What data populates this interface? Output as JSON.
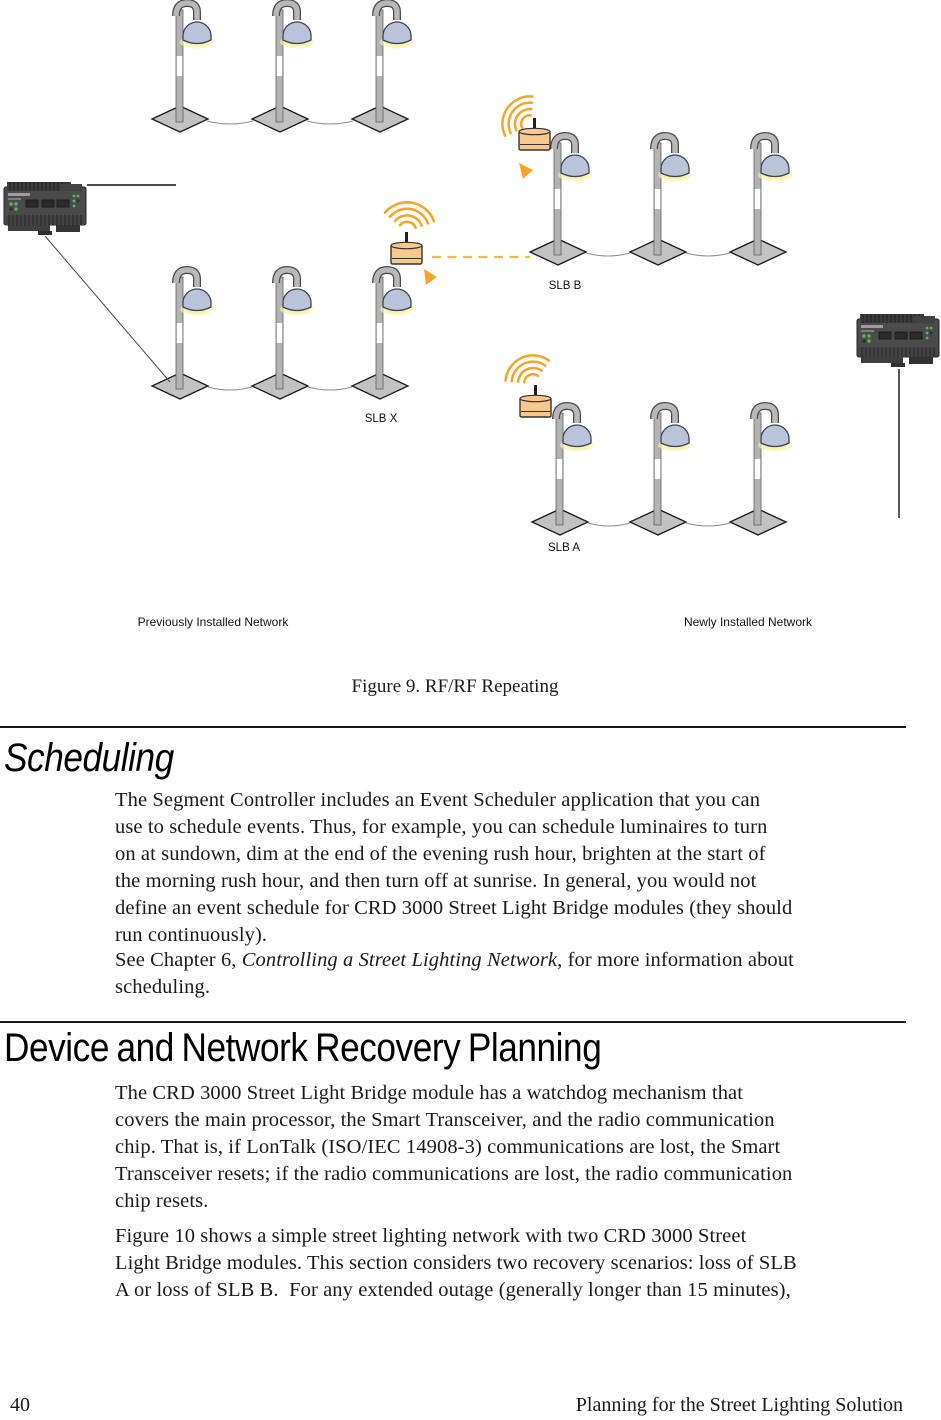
{
  "colors": {
    "text": "#1a1a1a",
    "accent-orange": "#f5a62a",
    "dash-yellow": "#eebf3f",
    "device-orange": "#f9c88d",
    "lamp-head": "#b9c4d8",
    "lamp-glow": "#f7f2aa",
    "pole-gray": "#b3b3b3",
    "base-gray": "#c2c2c2",
    "controller-gray": "#4b4b4b",
    "led-green": "#57b65b"
  },
  "figure": {
    "caption": "Figure 9. RF/RF Repeating",
    "labels": {
      "slb_x": "SLB X",
      "slb_b": "SLB B",
      "slb_a": "SLB A",
      "previously_installed": "Previously Installed Network",
      "newly_installed": "Newly Installed Network"
    }
  },
  "sections": {
    "scheduling": {
      "heading": "Scheduling",
      "p1": [
        "The Segment Controller includes an Event Scheduler application that you can",
        "use to schedule events. Thus, for example, you can schedule luminaires to turn",
        "on at sundown, dim at the end of the evening rush hour, brighten at the start of",
        "the morning rush hour, and then turn off at sunrise. In general, you would not",
        "define an event schedule for CRD 3000 Street Light Bridge modules (they should",
        "run continuously)."
      ],
      "p2_pre": "See Chapter 6, ",
      "p2_italic": "Controlling a Street Lighting Network",
      "p2_post": ", for more information about",
      "p2_line2": "scheduling."
    },
    "recovery": {
      "heading": "Device and Network Recovery Planning",
      "p1": [
        "The CRD 3000 Street Light Bridge module has a watchdog mechanism that",
        "covers the main processor, the Smart Transceiver, and the radio communication",
        "chip. That is, if LonTalk (ISO/IEC 14908-3) communications are lost, the Smart",
        "Transceiver resets; if the radio communications are lost, the radio communication",
        "chip resets."
      ],
      "p2": [
        "Figure 10 shows a simple street lighting network with two CRD 3000 Street",
        "Light Bridge modules. This section considers two recovery scenarios: loss of SLB",
        "A or loss of SLB B.  For any extended outage (generally longer than 15 minutes),"
      ]
    }
  },
  "footer": {
    "page_number": "40",
    "running_title": "Planning for the Street Lighting Solution"
  }
}
